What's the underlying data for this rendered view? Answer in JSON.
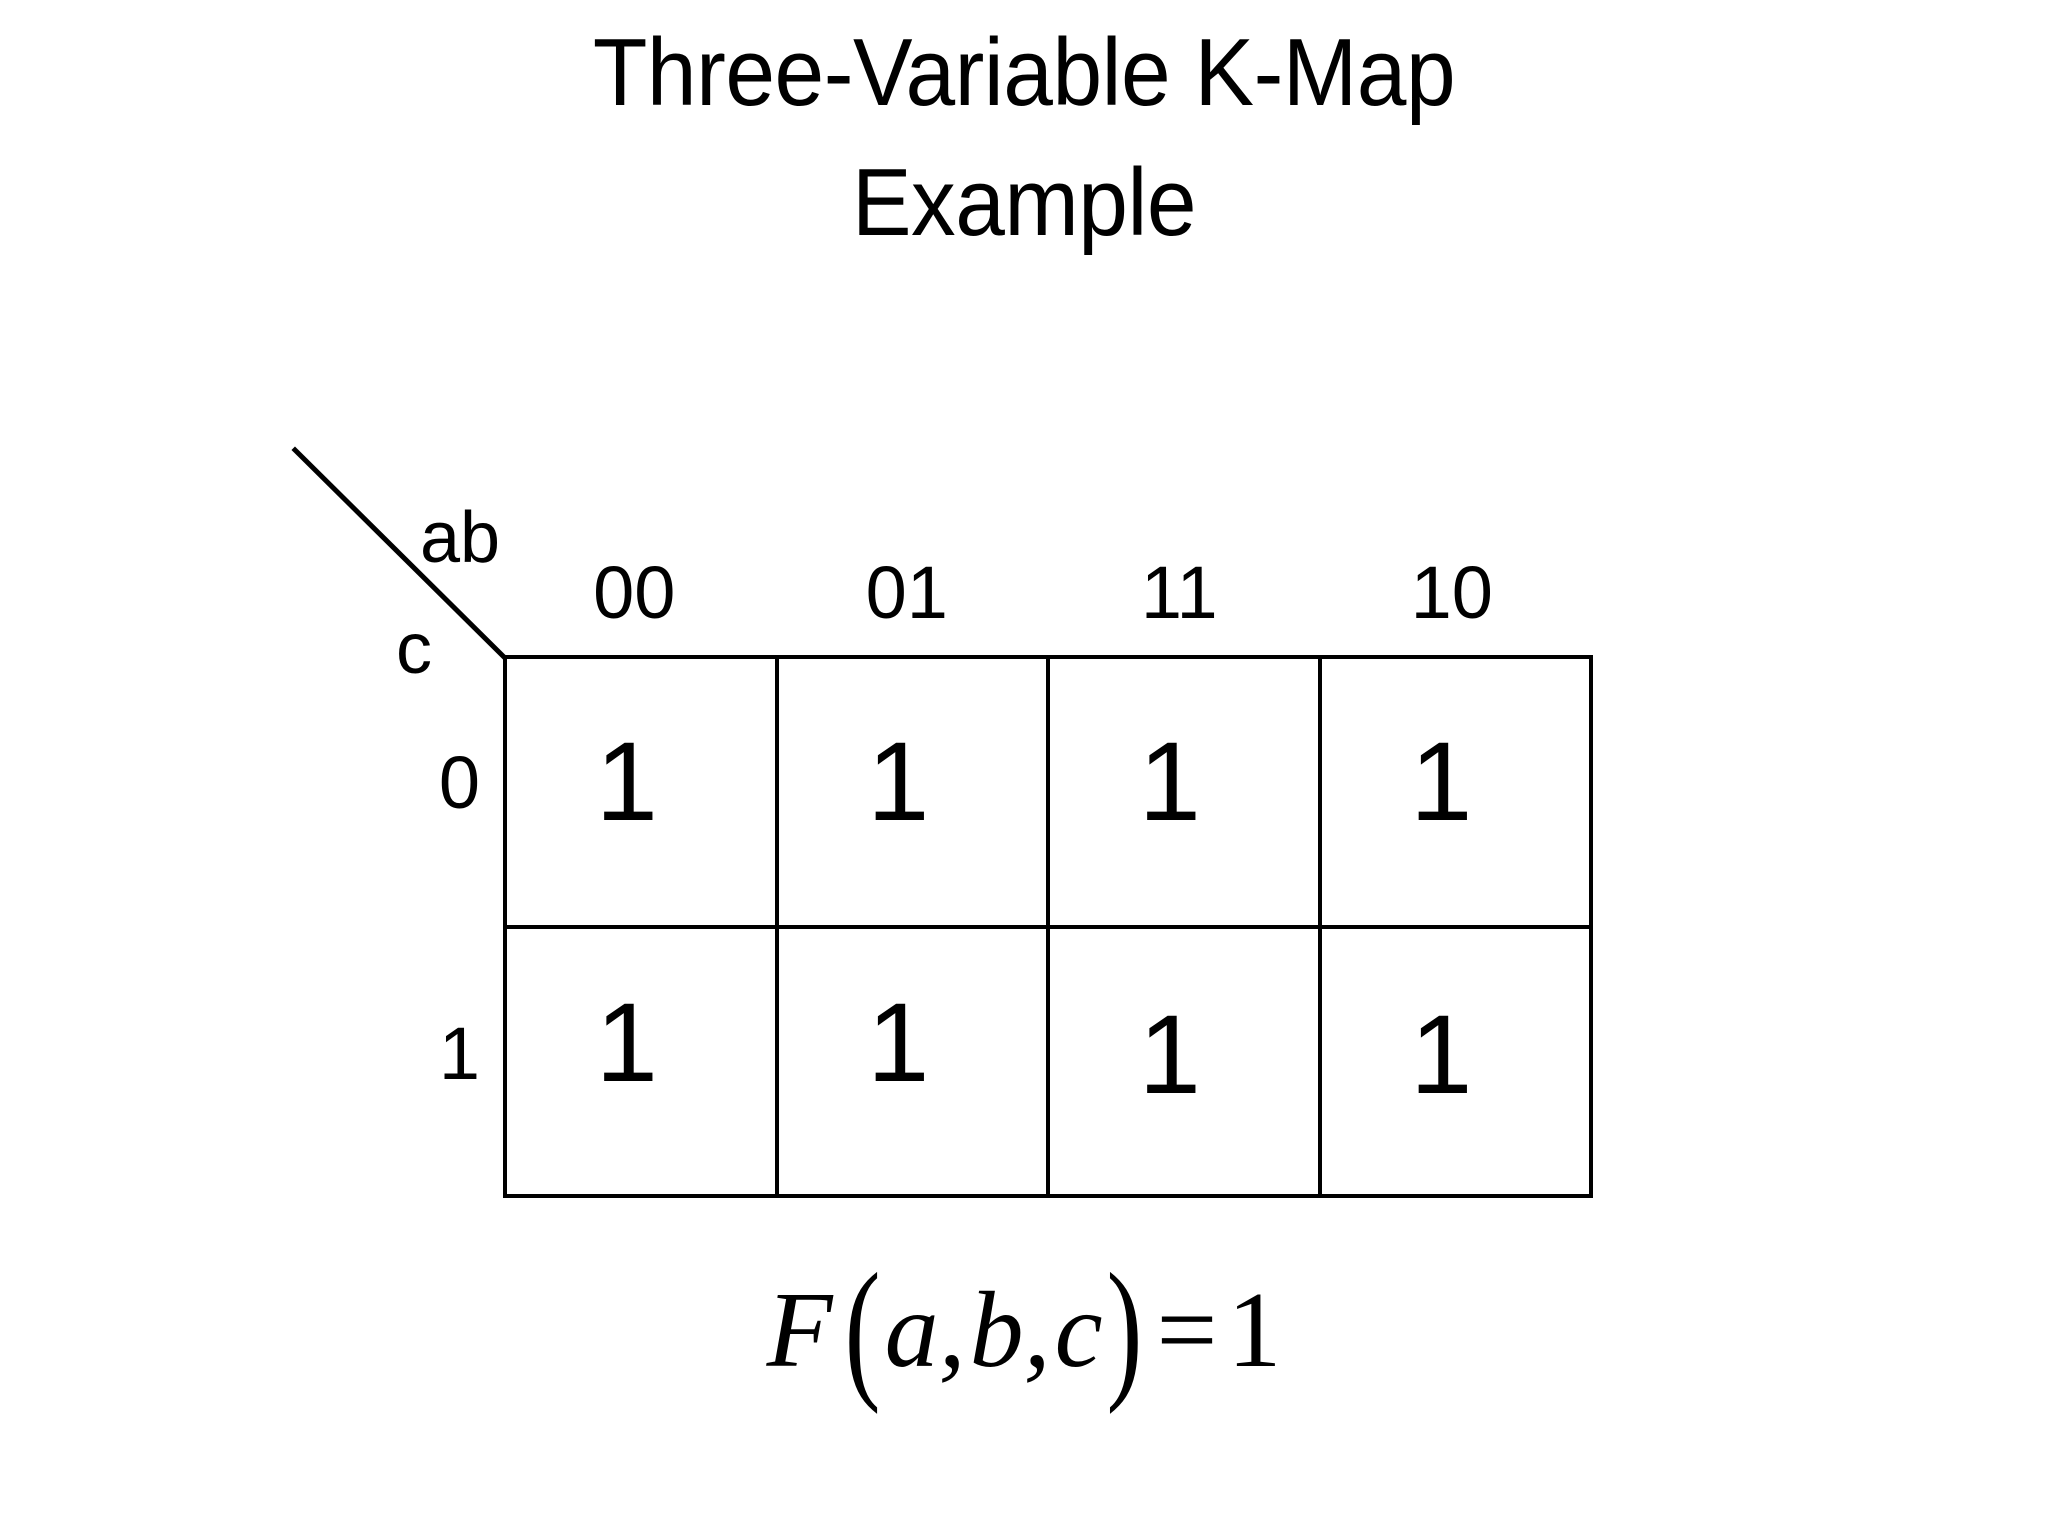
{
  "slide": {
    "title": "Three-Variable K-Map\nExample",
    "background_color": "#ffffff",
    "ink_color": "#000000"
  },
  "kmap": {
    "corner": {
      "top_right_label": "ab",
      "bottom_left_label": "c",
      "diagonal_icon": "diagonal-divider-line"
    },
    "column_variable": "ab",
    "row_variable": "c",
    "column_headers": [
      "00",
      "01",
      "11",
      "10"
    ],
    "row_headers": [
      "0",
      "1"
    ],
    "cells": [
      [
        "1",
        "1",
        "1",
        "1"
      ],
      [
        "1",
        "1",
        "1",
        "1"
      ]
    ]
  },
  "equation": {
    "function_name": "F",
    "open_paren": "(",
    "arg1": "a",
    "comma1": ",",
    "arg2": "b",
    "comma2": ",",
    "arg3": "c",
    "close_paren": ")",
    "operator": "=",
    "result": "1",
    "plain_text": "F(a,b,c) = 1"
  },
  "chart_data": {
    "type": "table",
    "title": "Three-Variable K-Map Example",
    "xlabel": "ab",
    "ylabel": "c",
    "categories": [
      "00",
      "01",
      "11",
      "10"
    ],
    "row_categories": [
      "0",
      "1"
    ],
    "values": [
      [
        1,
        1,
        1,
        1
      ],
      [
        1,
        1,
        1,
        1
      ]
    ],
    "annotations": [
      "F(a,b,c) = 1"
    ],
    "grid": true,
    "legend": "none"
  }
}
